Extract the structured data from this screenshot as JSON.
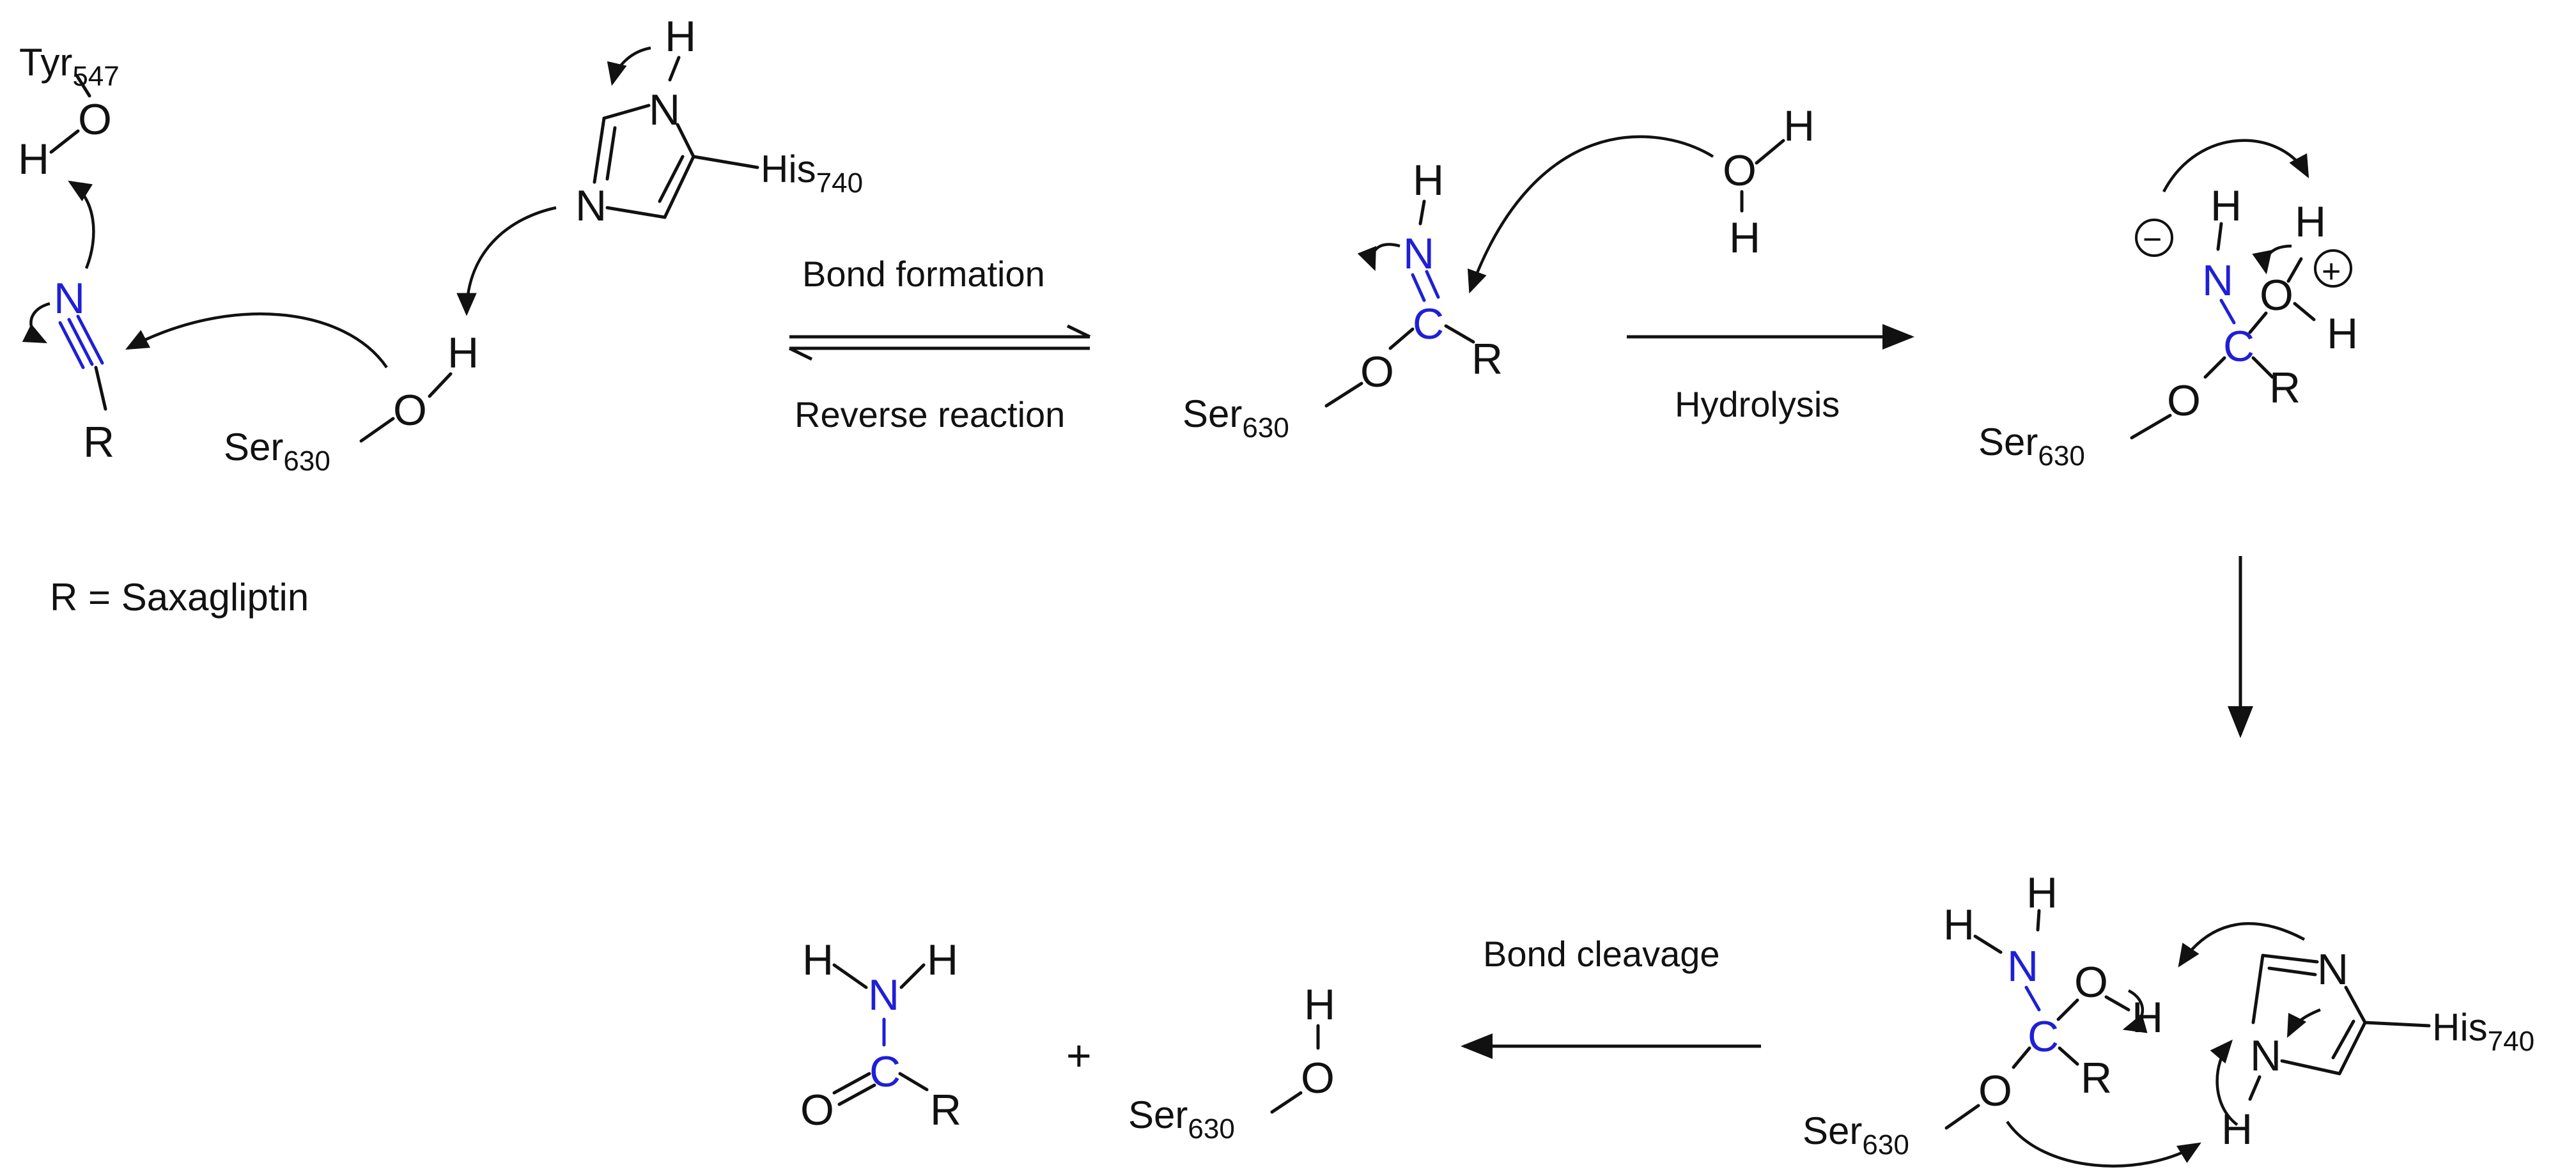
{
  "colors": {
    "ink": "#111111",
    "highlight": "#1f1fd6"
  },
  "residues": {
    "tyr": {
      "name": "Tyr",
      "num": "547"
    },
    "his": {
      "name": "His",
      "num": "740"
    },
    "ser": {
      "name": "Ser",
      "num": "630"
    }
  },
  "atoms": {
    "H": "H",
    "O": "O",
    "N": "N",
    "C": "C",
    "R": "R"
  },
  "charges": {
    "minus": "−",
    "plus": "+"
  },
  "definition": "R = Saxagliptin",
  "plus_sign": "+",
  "steps": {
    "forward": "Bond formation",
    "reverse": "Reverse reaction",
    "hydrolysis": "Hydrolysis",
    "cleavage": "Bond cleavage"
  }
}
